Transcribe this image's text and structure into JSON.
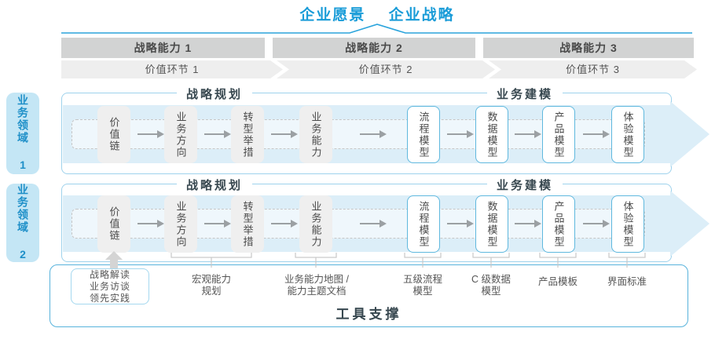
{
  "colors": {
    "accent_blue": "#1A9CD8",
    "line_blue": "#2AA4DC",
    "band_border": "#9ED2EC",
    "node_border_blue": "#5FB8DE",
    "bar_gray": "#D2D3D3",
    "chevron_gray": "#EEEEEE",
    "node_gray": "#EFEFEF",
    "stream_arrow_fill": "#DCEEF8",
    "brace_gray": "#C9C9C9"
  },
  "header": {
    "vision": "企业愿景",
    "strategy": "企业战略"
  },
  "capabilities": [
    "战略能力 1",
    "战略能力 2",
    "战略能力 3"
  ],
  "value_links": [
    "价值环节 1",
    "价值环节 2",
    "价值环节 3"
  ],
  "domains": [
    {
      "label": "业务领域 1"
    },
    {
      "label": "业务领域 2"
    }
  ],
  "band": {
    "planning_header": "战略规划",
    "modeling_header": "业务建模",
    "planning_boxes": [
      "价值链",
      "业务方向",
      "转型举措",
      "业务能力"
    ],
    "modeling_boxes": [
      "流程模型",
      "数据模型",
      "产品模型",
      "体验模型"
    ]
  },
  "annotations": {
    "practice_box_lines": [
      "战略解读",
      "业务访谈",
      "领先实践"
    ],
    "labels": [
      {
        "lines": [
          "宏观能力",
          "规划"
        ]
      },
      {
        "lines": [
          "业务能力地图 /",
          "能力主题文档"
        ]
      },
      {
        "lines": [
          "五级流程",
          "模型"
        ]
      },
      {
        "lines": [
          "C 级数据",
          "模型"
        ]
      },
      {
        "lines": [
          "产品模板"
        ]
      },
      {
        "lines": [
          "界面标准"
        ]
      }
    ]
  },
  "footer": {
    "tool_support": "工具支撑"
  }
}
